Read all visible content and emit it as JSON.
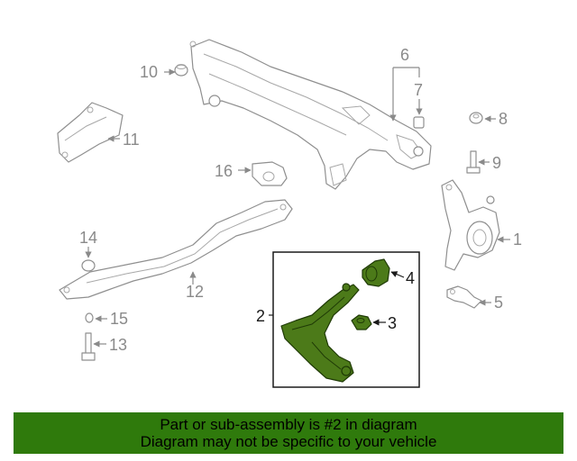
{
  "diagram": {
    "callouts": {
      "c1": "1",
      "c2": "2",
      "c3": "3",
      "c4": "4",
      "c5": "5",
      "c6": "6",
      "c7": "7",
      "c8": "8",
      "c9": "9",
      "c10": "10",
      "c11": "11",
      "c12": "12",
      "c13": "13",
      "c14": "14",
      "c15": "15",
      "c16": "16"
    },
    "highlighted_part": "2",
    "colors": {
      "highlight_fill": "#4c7a19",
      "banner": "#2f7a0c",
      "line": "#8f8f8f"
    }
  },
  "banner": {
    "line1": "Part or sub-assembly is #2 in diagram",
    "line2": "Diagram may not be specific to your vehicle"
  }
}
